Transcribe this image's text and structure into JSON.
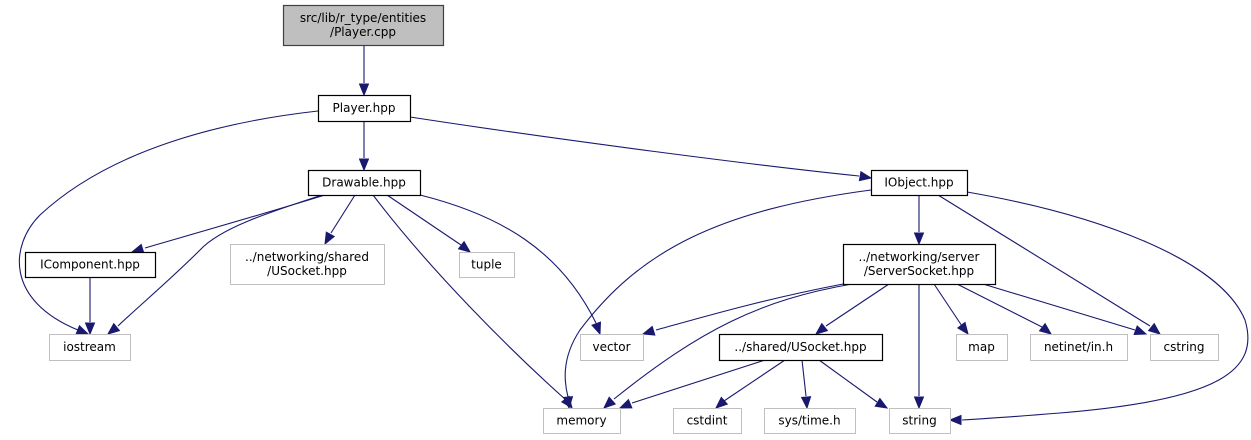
{
  "title": "Include dependency graph for src/lib/r_type/entities/Player.cpp",
  "colors": {
    "edge": "#191970",
    "root_fill": "#bfbfbf",
    "root_border": "#404040",
    "local_border": "#000000",
    "external_border": "#bfbfbf",
    "box_fill": "#ffffff"
  },
  "nodes": [
    {
      "id": "player_cpp",
      "lines": [
        "src/lib/r_type/entities",
        "/Player.cpp"
      ],
      "kind": "root"
    },
    {
      "id": "player_hpp",
      "lines": [
        "Player.hpp"
      ],
      "kind": "local"
    },
    {
      "id": "drawable_hpp",
      "lines": [
        "Drawable.hpp"
      ],
      "kind": "local"
    },
    {
      "id": "iobject_hpp",
      "lines": [
        "IObject.hpp"
      ],
      "kind": "local"
    },
    {
      "id": "icomponent_hpp",
      "lines": [
        "IComponent.hpp"
      ],
      "kind": "local"
    },
    {
      "id": "net_shared_usocket",
      "lines": [
        "../networking/shared",
        "/USocket.hpp"
      ],
      "kind": "external"
    },
    {
      "id": "tuple",
      "lines": [
        "tuple"
      ],
      "kind": "external"
    },
    {
      "id": "serversocket_hpp",
      "lines": [
        "../networking/server",
        "/ServerSocket.hpp"
      ],
      "kind": "local"
    },
    {
      "id": "iostream",
      "lines": [
        "iostream"
      ],
      "kind": "external"
    },
    {
      "id": "vector",
      "lines": [
        "vector"
      ],
      "kind": "external"
    },
    {
      "id": "shared_usocket_hpp",
      "lines": [
        "../shared/USocket.hpp"
      ],
      "kind": "local"
    },
    {
      "id": "map",
      "lines": [
        "map"
      ],
      "kind": "external"
    },
    {
      "id": "netinet_in_h",
      "lines": [
        "netinet/in.h"
      ],
      "kind": "external"
    },
    {
      "id": "cstring",
      "lines": [
        "cstring"
      ],
      "kind": "external"
    },
    {
      "id": "memory",
      "lines": [
        "memory"
      ],
      "kind": "external"
    },
    {
      "id": "cstdint",
      "lines": [
        "cstdint"
      ],
      "kind": "external"
    },
    {
      "id": "sys_time_h",
      "lines": [
        "sys/time.h"
      ],
      "kind": "external"
    },
    {
      "id": "string",
      "lines": [
        "string"
      ],
      "kind": "external"
    }
  ],
  "edges": [
    {
      "from": "player_cpp",
      "to": "player_hpp"
    },
    {
      "from": "player_hpp",
      "to": "iostream"
    },
    {
      "from": "player_hpp",
      "to": "drawable_hpp"
    },
    {
      "from": "player_hpp",
      "to": "iobject_hpp"
    },
    {
      "from": "drawable_hpp",
      "to": "icomponent_hpp"
    },
    {
      "from": "drawable_hpp",
      "to": "iostream"
    },
    {
      "from": "drawable_hpp",
      "to": "net_shared_usocket"
    },
    {
      "from": "drawable_hpp",
      "to": "tuple"
    },
    {
      "from": "drawable_hpp",
      "to": "vector"
    },
    {
      "from": "drawable_hpp",
      "to": "memory"
    },
    {
      "from": "icomponent_hpp",
      "to": "iostream"
    },
    {
      "from": "iobject_hpp",
      "to": "memory"
    },
    {
      "from": "iobject_hpp",
      "to": "serversocket_hpp"
    },
    {
      "from": "iobject_hpp",
      "to": "cstring"
    },
    {
      "from": "iobject_hpp",
      "to": "string"
    },
    {
      "from": "serversocket_hpp",
      "to": "vector"
    },
    {
      "from": "serversocket_hpp",
      "to": "memory"
    },
    {
      "from": "serversocket_hpp",
      "to": "shared_usocket_hpp"
    },
    {
      "from": "serversocket_hpp",
      "to": "string"
    },
    {
      "from": "serversocket_hpp",
      "to": "map"
    },
    {
      "from": "serversocket_hpp",
      "to": "netinet_in_h"
    },
    {
      "from": "serversocket_hpp",
      "to": "cstring"
    },
    {
      "from": "shared_usocket_hpp",
      "to": "memory"
    },
    {
      "from": "shared_usocket_hpp",
      "to": "cstdint"
    },
    {
      "from": "shared_usocket_hpp",
      "to": "sys_time_h"
    },
    {
      "from": "shared_usocket_hpp",
      "to": "string"
    }
  ]
}
